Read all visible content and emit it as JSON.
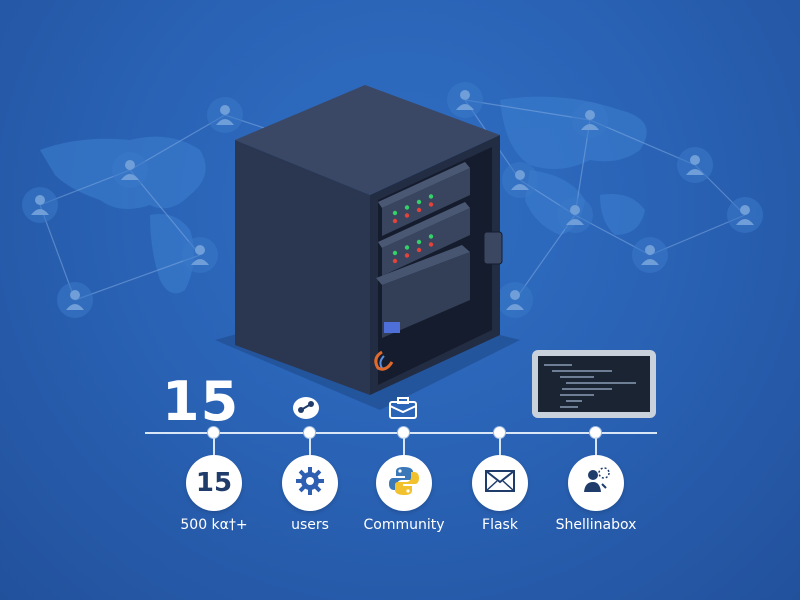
{
  "headline": {
    "number": "15"
  },
  "steps": [
    {
      "circle_text": "15",
      "label": "500 kα†+",
      "icon": "number"
    },
    {
      "circle_text": "",
      "label": "users",
      "icon": "gear-icon"
    },
    {
      "circle_text": "",
      "label": "Community",
      "icon": "python-logo-icon"
    },
    {
      "circle_text": "",
      "label": "Flask",
      "icon": "envelope-icon"
    },
    {
      "circle_text": "",
      "label": "Shellinabox",
      "icon": "user-shield-icon"
    }
  ],
  "colors": {
    "background": "#2a63b6",
    "server": "#2b3650",
    "led_green": "#35d06a",
    "led_red": "#e2433b",
    "timeline": "#d9e6f7"
  }
}
